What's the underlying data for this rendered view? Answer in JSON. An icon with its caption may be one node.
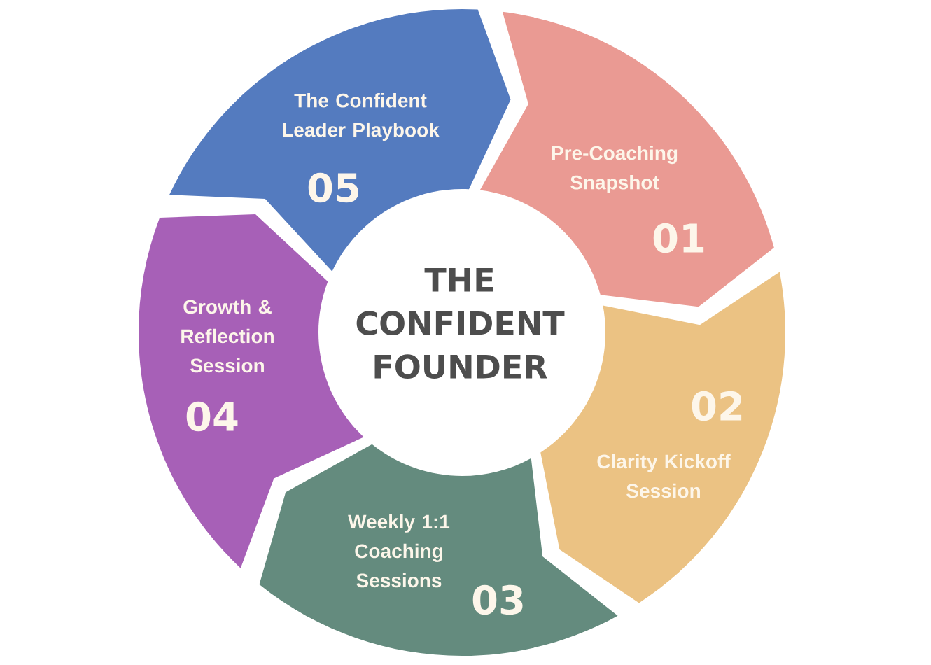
{
  "diagram": {
    "title": "THE CONFIDENT FOUNDER",
    "nodes": [
      {
        "text": [
          "Pre-Coaching Snapshot",
          "01"
        ]
      },
      {
        "text": [
          "02",
          "Clarity Kickoff Session"
        ]
      },
      {
        "text": [
          "Weekly 1:1 Coaching Sessions",
          "03"
        ]
      },
      {
        "text": [
          "Growth & Reflection Session",
          "04"
        ]
      },
      {
        "text": [
          "The Confident Leader Playbook",
          "05"
        ]
      }
    ]
  }
}
